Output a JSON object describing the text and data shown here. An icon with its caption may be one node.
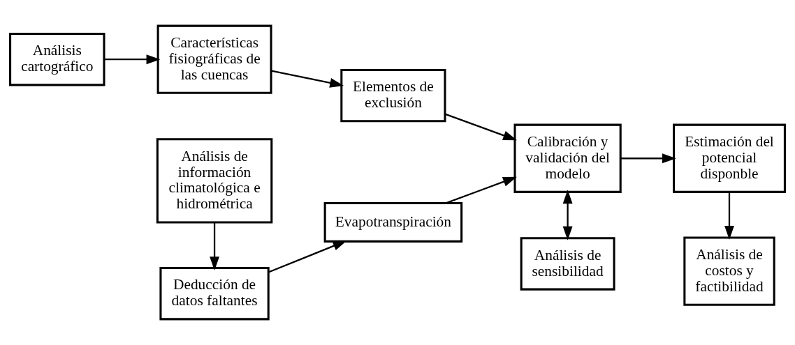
{
  "diagram": {
    "nodes": [
      {
        "text": [
          "Análisis cartográfico"
        ]
      },
      {
        "text": [
          "Características fisiográficas de las cuencas"
        ]
      },
      {
        "text": [
          "Elementos de exclusión"
        ]
      },
      {
        "text": [
          "Análisis de información climatológica e hidrométrica"
        ]
      },
      {
        "text": [
          "Calibración y validación del modelo"
        ]
      },
      {
        "text": [
          "Estimación del potencial disponble"
        ]
      },
      {
        "text": [
          "Deducción de datos faltantes"
        ]
      },
      {
        "text": [
          "Evapotranspiración"
        ]
      },
      {
        "text": [
          "Análisis de sensibilidad"
        ]
      },
      {
        "text": [
          "Análisis de costos y factibilidad"
        ]
      }
    ],
    "edges": [
      {
        "from": 0,
        "to": 1,
        "arrow": "to"
      },
      {
        "from": 1,
        "to": 2,
        "arrow": "to"
      },
      {
        "from": 2,
        "to": 4,
        "arrow": "to"
      },
      {
        "from": 3,
        "to": 6,
        "arrow": "to"
      },
      {
        "from": 6,
        "to": 7,
        "arrow": "to"
      },
      {
        "from": 7,
        "to": 4,
        "arrow": "to"
      },
      {
        "from": 4,
        "to": 5,
        "arrow": "to"
      },
      {
        "from": 4,
        "to": 8,
        "arrow": "both"
      },
      {
        "from": 5,
        "to": 9,
        "arrow": "to"
      }
    ]
  }
}
